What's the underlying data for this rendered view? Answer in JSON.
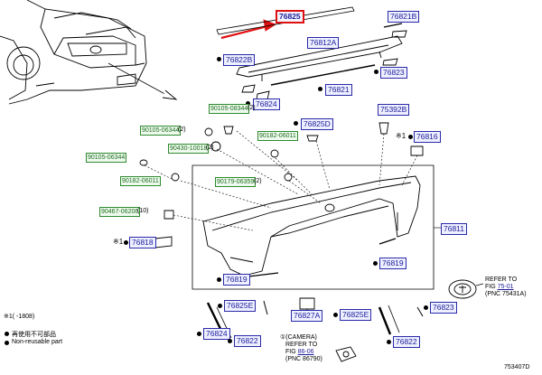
{
  "colors": {
    "pnc_border": "#2a2aa8",
    "pnc_text": "#1b1b9a",
    "bolt_border": "#2e8a2e",
    "highlight": "#e01010",
    "link": "#1b1b9a"
  },
  "parts": {
    "p76825": "76825",
    "p76821B": "76821B",
    "p76812A": "76812A",
    "p76822B": "76822B",
    "p76823_top": "76823",
    "p76821": "76821",
    "p76824_top": "76824",
    "p76825D": "76825D",
    "p75392B": "75392B",
    "p76816": "76816",
    "p76811": "76811",
    "p76818": "76818",
    "p76819_right": "76819",
    "p76819_bottom": "76819",
    "p76825E_left": "76825E",
    "p76827A": "76827A",
    "p76825E_right": "76825E",
    "p76823_bottom": "76823",
    "p76824_bottom": "76824",
    "p76822_left": "76822",
    "p76822_right": "76822"
  },
  "bolts": {
    "b1": "90105-08344",
    "b1_qty": "(2)",
    "b2": "90105-06344",
    "b2_qty": "(2)",
    "b3": "90430-10018",
    "b3_qty": "(2)",
    "b4": "90182-06011",
    "b5": "90105-06344",
    "b6": "90182-06011",
    "b7": "90179-06359",
    "b7_qty": "(2)",
    "b8": "90467-06206",
    "b8_qty": "(10)"
  },
  "marks": {
    "star1": "※1",
    "star2": "※1"
  },
  "refer_emblem": {
    "line1": "REFER TO",
    "fig": "FIG",
    "fig_link": "75-01",
    "pnc": "(PNC 75431A)"
  },
  "refer_camera": {
    "camera": "①(CAMERA)",
    "line1": "REFER TO",
    "fig": "FIG",
    "fig_link": "86-06",
    "pnc": "(PNC 86790)"
  },
  "legend": {
    "note": "※1(     -1808)",
    "reuse_jp": "再使用不可部品",
    "reuse_en": "Non-reusable part"
  },
  "figure_id": "753407D"
}
